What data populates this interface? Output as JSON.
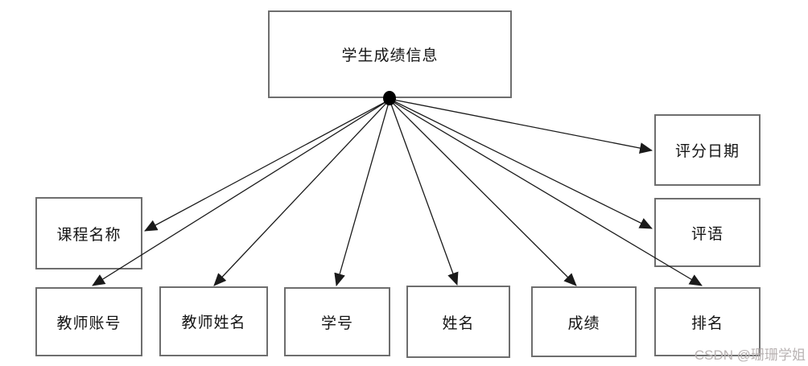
{
  "diagram": {
    "kind": "entity-attribute-diagram",
    "entity": {
      "label": "学生成绩信息"
    },
    "attributes": [
      {
        "id": "rating-date",
        "label": "评分日期"
      },
      {
        "id": "course-name",
        "label": "课程名称"
      },
      {
        "id": "comment",
        "label": "评语"
      },
      {
        "id": "teacher-account",
        "label": "教师账号"
      },
      {
        "id": "teacher-name",
        "label": "教师姓名"
      },
      {
        "id": "student-id",
        "label": "学号"
      },
      {
        "id": "name",
        "label": "姓名"
      },
      {
        "id": "score",
        "label": "成绩"
      },
      {
        "id": "rank",
        "label": "排名"
      }
    ],
    "connections": [
      {
        "from": "学生成绩信息",
        "to": "课程名称"
      },
      {
        "from": "学生成绩信息",
        "to": "教师账号"
      },
      {
        "from": "学生成绩信息",
        "to": "教师姓名"
      },
      {
        "from": "学生成绩信息",
        "to": "学号"
      },
      {
        "from": "学生成绩信息",
        "to": "姓名"
      },
      {
        "from": "学生成绩信息",
        "to": "成绩"
      },
      {
        "from": "学生成绩信息",
        "to": "评分日期"
      },
      {
        "from": "学生成绩信息",
        "to": "评语"
      },
      {
        "from": "学生成绩信息",
        "to": "排名"
      }
    ],
    "watermark": "CSDN @珊珊学姐",
    "colors": {
      "background": "#ffffff",
      "box_border": "#6e6e6e",
      "line": "#1a1a1a",
      "text": "#141414",
      "watermark": "#b9b3b3"
    }
  }
}
